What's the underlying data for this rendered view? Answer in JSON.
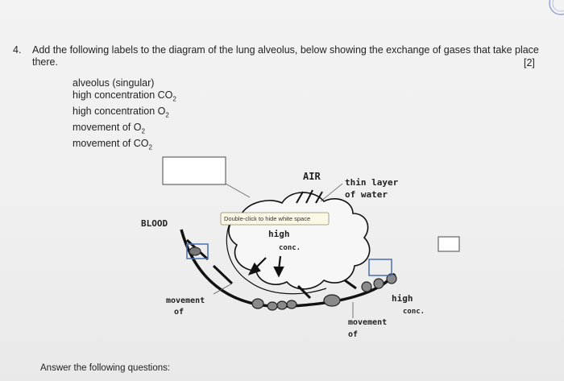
{
  "question": {
    "number": "4.",
    "text": "Add the following labels to the diagram of the lung alveolus, below showing the exchange of gases that take place there.",
    "marks": "[2]"
  },
  "label_list": [
    {
      "main": "alveolus (singular)",
      "sub": ""
    },
    {
      "main": "high concentration CO",
      "sub": "2"
    },
    {
      "main": "high concentration O",
      "sub": "2"
    },
    {
      "main": "movement of O",
      "sub": "2"
    },
    {
      "main": "movement of CO",
      "sub": "2"
    }
  ],
  "diagram": {
    "air": "AIR",
    "thin_layer_1": "thin layer",
    "thin_layer_2": "of water",
    "blood": "BLOOD",
    "tooltip": "Double-click to hide white space",
    "high_1": "high",
    "conc_1": "conc.",
    "movement_left_1": "movement",
    "movement_left_2": "of",
    "high_2": "high",
    "conc_2": "conc.",
    "movement_bottom_1": "movement",
    "movement_bottom_2": "of"
  },
  "footer": "Answer the following questions:"
}
